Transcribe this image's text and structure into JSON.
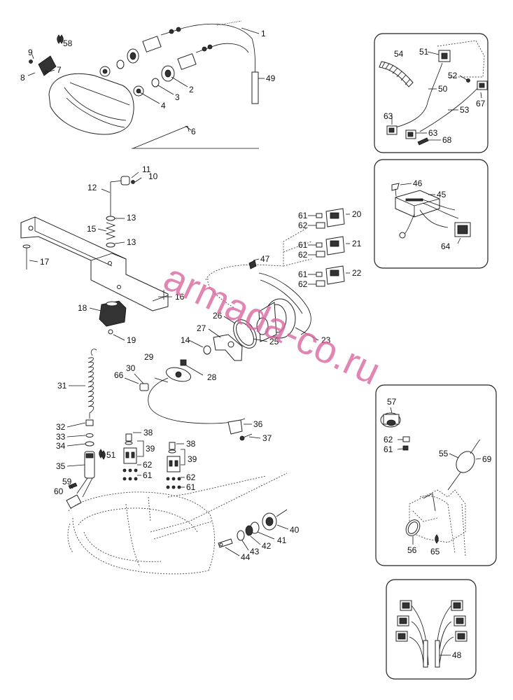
{
  "watermark": "armada-co.ru",
  "callouts": [
    {
      "id": "c1",
      "text": "1"
    },
    {
      "id": "c2",
      "text": "2"
    },
    {
      "id": "c3",
      "text": "3"
    },
    {
      "id": "c4",
      "text": "4"
    },
    {
      "id": "c6",
      "text": "6"
    },
    {
      "id": "c7",
      "text": "7"
    },
    {
      "id": "c8",
      "text": "8"
    },
    {
      "id": "c9",
      "text": "9"
    },
    {
      "id": "c58",
      "text": "58"
    },
    {
      "id": "c49",
      "text": "49"
    },
    {
      "id": "c10",
      "text": "10"
    },
    {
      "id": "c11",
      "text": "11"
    },
    {
      "id": "c12",
      "text": "12"
    },
    {
      "id": "c13a",
      "text": "13"
    },
    {
      "id": "c13b",
      "text": "13"
    },
    {
      "id": "c15",
      "text": "15"
    },
    {
      "id": "c16",
      "text": "16"
    },
    {
      "id": "c17",
      "text": "17"
    },
    {
      "id": "c18",
      "text": "18"
    },
    {
      "id": "c19",
      "text": "19"
    },
    {
      "id": "c14",
      "text": "14"
    },
    {
      "id": "c20",
      "text": "20"
    },
    {
      "id": "c21",
      "text": "21"
    },
    {
      "id": "c22",
      "text": "22"
    },
    {
      "id": "c23",
      "text": "23"
    },
    {
      "id": "c25",
      "text": "25"
    },
    {
      "id": "c26",
      "text": "26"
    },
    {
      "id": "c27",
      "text": "27"
    },
    {
      "id": "c28",
      "text": "28"
    },
    {
      "id": "c29",
      "text": "29"
    },
    {
      "id": "c30",
      "text": "30"
    },
    {
      "id": "c31",
      "text": "31"
    },
    {
      "id": "c32",
      "text": "32"
    },
    {
      "id": "c33",
      "text": "33"
    },
    {
      "id": "c34",
      "text": "34"
    },
    {
      "id": "c35",
      "text": "35"
    },
    {
      "id": "c36",
      "text": "36"
    },
    {
      "id": "c37",
      "text": "37"
    },
    {
      "id": "c38a",
      "text": "38"
    },
    {
      "id": "c38b",
      "text": "38"
    },
    {
      "id": "c39a",
      "text": "39"
    },
    {
      "id": "c39b",
      "text": "39"
    },
    {
      "id": "c40",
      "text": "40"
    },
    {
      "id": "c41",
      "text": "41"
    },
    {
      "id": "c42",
      "text": "42"
    },
    {
      "id": "c43",
      "text": "43"
    },
    {
      "id": "c44",
      "text": "44"
    },
    {
      "id": "c47",
      "text": "47"
    },
    {
      "id": "c51b",
      "text": "51"
    },
    {
      "id": "c59",
      "text": "59"
    },
    {
      "id": "c60",
      "text": "60"
    },
    {
      "id": "c61a",
      "text": "61"
    },
    {
      "id": "c61b",
      "text": "61"
    },
    {
      "id": "c61c",
      "text": "61"
    },
    {
      "id": "c61d",
      "text": "61"
    },
    {
      "id": "c61e",
      "text": "61"
    },
    {
      "id": "c62a",
      "text": "62"
    },
    {
      "id": "c62b",
      "text": "62"
    },
    {
      "id": "c62c",
      "text": "62"
    },
    {
      "id": "c62d",
      "text": "62"
    },
    {
      "id": "c62e",
      "text": "62"
    },
    {
      "id": "c66",
      "text": "66"
    },
    {
      "id": "c51a",
      "text": "51"
    },
    {
      "id": "c52",
      "text": "52"
    },
    {
      "id": "c53",
      "text": "53"
    },
    {
      "id": "c50",
      "text": "50"
    },
    {
      "id": "c54",
      "text": "54"
    },
    {
      "id": "c63a",
      "text": "63"
    },
    {
      "id": "c63b",
      "text": "63"
    },
    {
      "id": "c67",
      "text": "67"
    },
    {
      "id": "c68",
      "text": "68"
    },
    {
      "id": "c45",
      "text": "45"
    },
    {
      "id": "c46",
      "text": "46"
    },
    {
      "id": "c64",
      "text": "64"
    },
    {
      "id": "c57",
      "text": "57"
    },
    {
      "id": "c62f",
      "text": "62"
    },
    {
      "id": "c61f",
      "text": "61"
    },
    {
      "id": "c55",
      "text": "55"
    },
    {
      "id": "c69",
      "text": "69"
    },
    {
      "id": "c56",
      "text": "56"
    },
    {
      "id": "c65",
      "text": "65"
    },
    {
      "id": "c48",
      "text": "48"
    }
  ]
}
